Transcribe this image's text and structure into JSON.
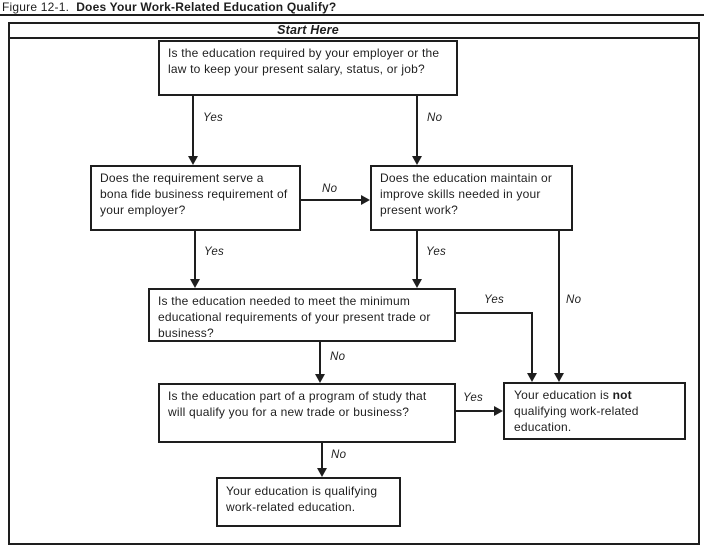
{
  "figure": {
    "label": "Figure 12-1.",
    "title": "Does Your Work-Related Education Qualify?"
  },
  "flowchart": {
    "start_here": "Start Here",
    "nodes": {
      "required": "Is the education required by your employer or the law to keep your present salary, status, or job?",
      "bona_fide": "Does the requirement serve a bona fide business requirement of your employer?",
      "maintain_skills": "Does the education maintain or improve skills needed in your present work?",
      "minimum_requirements": "Is the education needed to meet the minimum educational requirements of your present trade or business?",
      "new_trade": "Is the education part of a program of study that will qualify you for a new trade or business?",
      "not_qualifying": {
        "pre": "Your education is",
        "bold": "not",
        "post": "qualifying work-related education."
      },
      "qualifying": "Your education is qualifying work-related education."
    },
    "edge_labels": {
      "yes": "Yes",
      "no": "No"
    }
  },
  "colors": {
    "ink": "#1e1e1e",
    "background": "#ffffff"
  }
}
